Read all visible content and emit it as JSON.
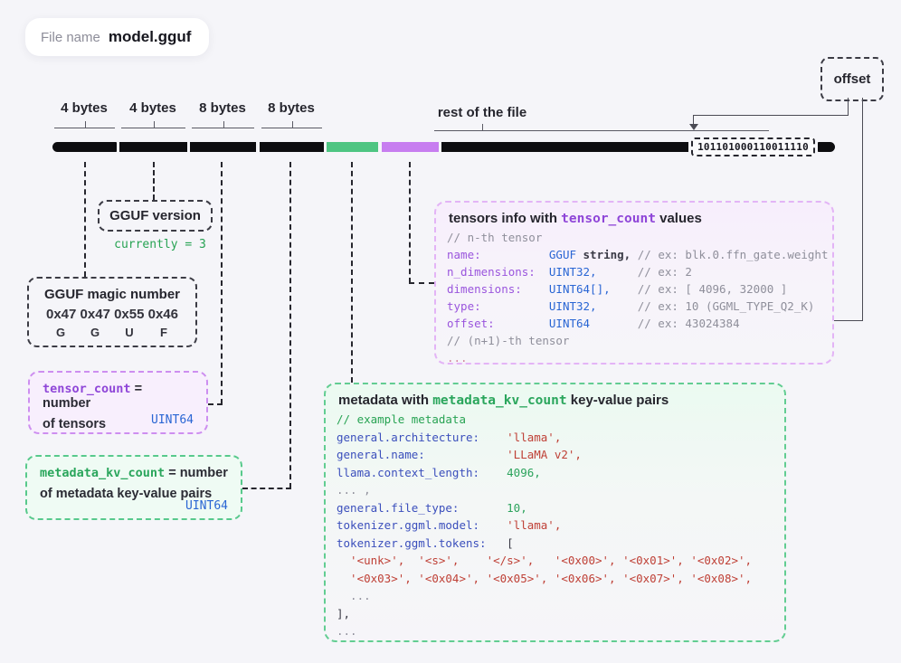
{
  "colors": {
    "background": "#f5f5f9",
    "bar_black": "#0d0d10",
    "bar_green": "#4ec582",
    "bar_purple": "#c77df0",
    "accent_purple": "#8f46d8",
    "accent_green": "#2aa65c",
    "accent_blue": "#2a66d4",
    "string_red": "#bf4036"
  },
  "file_pill": {
    "label": "File name",
    "value": "model.gguf"
  },
  "offset_box": {
    "label": "offset"
  },
  "byte_bar": {
    "labels": {
      "seg1": "4 bytes",
      "seg2": "4 bytes",
      "seg3": "8 bytes",
      "seg4": "8 bytes",
      "rest": "rest of the file"
    },
    "segments": [
      {
        "name": "magic-number",
        "color": "#0d0d10"
      },
      {
        "name": "gguf-version",
        "color": "#0d0d10"
      },
      {
        "name": "tensor-count",
        "color": "#0d0d10"
      },
      {
        "name": "metadata-kv-count",
        "color": "#0d0d10"
      },
      {
        "name": "metadata-section",
        "color": "#4ec582"
      },
      {
        "name": "tensors-info-section",
        "color": "#c77df0"
      },
      {
        "name": "rest-of-file",
        "color": "#0d0d10"
      },
      {
        "name": "file-tail",
        "color": "#0d0d10"
      }
    ],
    "binary_value": "101101000110011110"
  },
  "version_box": {
    "title": "GGUF version",
    "note": "currently = 3"
  },
  "magic_box": {
    "title": "GGUF magic number",
    "hex": "0x47 0x47 0x55 0x46",
    "chars": [
      "G",
      "G",
      "U",
      "F"
    ]
  },
  "tensor_count_box": {
    "code": "tensor_count",
    "eq": " = number",
    "line2": "of tensors",
    "type": "UINT64"
  },
  "metadata_kv_count_box": {
    "code": "metadata_kv_count",
    "eq": " = number",
    "line2": "of metadata key-value pairs",
    "type": "UINT64"
  },
  "tensors_box": {
    "title_pre": "tensors info with ",
    "title_code": "tensor_count",
    "title_post": " values",
    "lines": [
      [
        [
          "comment",
          "// n-th tensor"
        ]
      ],
      [
        [
          "pkey",
          "name:          "
        ],
        [
          "type",
          "GGUF "
        ],
        [
          "plainb",
          "string, "
        ],
        [
          "comment",
          "// ex: blk.0.ffn_gate.weight"
        ]
      ],
      [
        [
          "pkey",
          "n_dimensions:  "
        ],
        [
          "type",
          "UINT32,"
        ],
        [
          "comment",
          "      // ex: 2"
        ]
      ],
      [
        [
          "pkey",
          "dimensions:    "
        ],
        [
          "type",
          "UINT64[],"
        ],
        [
          "comment",
          "    // ex: [ 4096, 32000 ]"
        ]
      ],
      [
        [
          "pkey",
          "type:          "
        ],
        [
          "type",
          "UINT32,"
        ],
        [
          "comment",
          "      // ex: 10 (GGML_TYPE_Q2_K)"
        ]
      ],
      [
        [
          "pkey",
          "offset:        "
        ],
        [
          "type",
          "UINT64"
        ],
        [
          "comment",
          "       // ex: 43024384"
        ]
      ],
      [
        [
          "comment",
          "// (n+1)-th tensor"
        ]
      ],
      [
        [
          "pink",
          "..."
        ]
      ]
    ]
  },
  "metadata_box": {
    "title_pre": "metadata with ",
    "title_code": "metadata_kv_count",
    "title_post": " key-value pairs",
    "lines": [
      [
        [
          "gcomment",
          "// example metadata"
        ]
      ],
      [
        [
          "mkey",
          "general.architecture:    "
        ],
        [
          "str",
          "'llama',"
        ]
      ],
      [
        [
          "mkey",
          "general.name:            "
        ],
        [
          "str",
          "'LLaMA v2',"
        ]
      ],
      [
        [
          "mkey",
          "llama.context_length:    "
        ],
        [
          "num",
          "4096,"
        ]
      ],
      [
        [
          "dots",
          "... ,"
        ]
      ],
      [
        [
          "mkey",
          "general.file_type:       "
        ],
        [
          "num",
          "10,"
        ]
      ],
      [
        [
          "mkey",
          "tokenizer.ggml.model:    "
        ],
        [
          "str",
          "'llama',"
        ]
      ],
      [
        [
          "mkey",
          "tokenizer.ggml.tokens:   "
        ],
        [
          "plain",
          "["
        ]
      ],
      [
        [
          "str",
          "  '<unk>',  '<s>',    '</s>',   '<0x00>', '<0x01>', '<0x02>',"
        ]
      ],
      [
        [
          "str",
          "  '<0x03>', '<0x04>', '<0x05>', '<0x06>', '<0x07>', '<0x08>',"
        ]
      ],
      [
        [
          "dots",
          "  ..."
        ]
      ],
      [
        [
          "plain",
          "],"
        ]
      ],
      [
        [
          "dots",
          "..."
        ]
      ]
    ]
  }
}
